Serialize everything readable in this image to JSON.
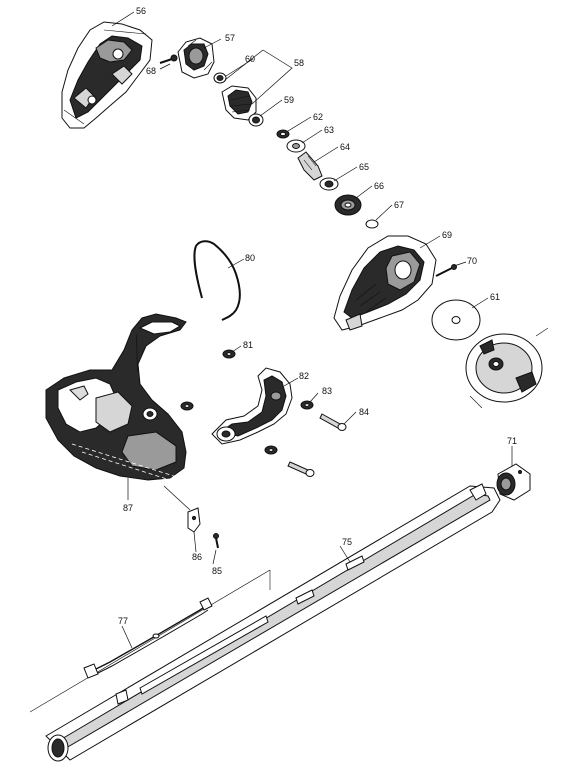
{
  "parts": {
    "p56": "56",
    "p57": "57",
    "p58": "58",
    "p59": "59",
    "p60": "60",
    "p61": "61",
    "p62": "62",
    "p63": "63",
    "p64": "64",
    "p65": "65",
    "p66": "66",
    "p67": "67",
    "p68": "68",
    "p69": "69",
    "p70": "70",
    "p71": "71",
    "p75": "75",
    "p77": "77",
    "p80": "80",
    "p81": "81",
    "p82": "82",
    "p83": "83",
    "p84": "84",
    "p85": "85",
    "p86": "86",
    "p87": "87"
  }
}
